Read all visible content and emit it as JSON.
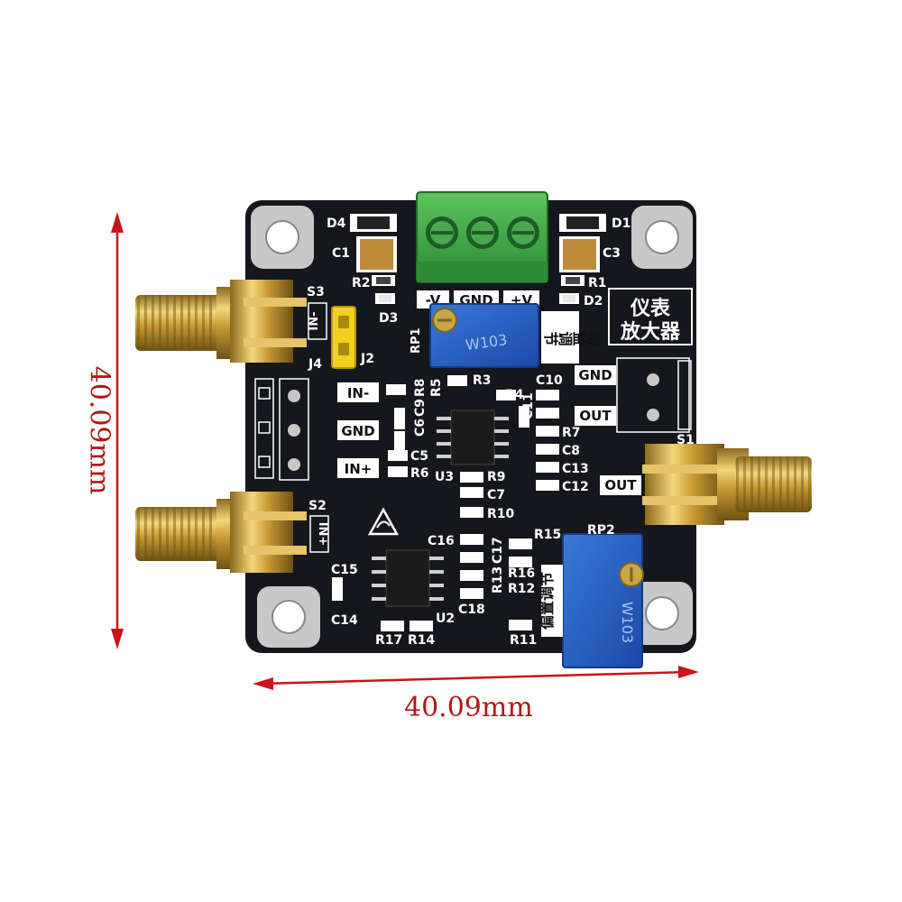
{
  "dimensions": {
    "width_label": "40.09mm",
    "height_label": "40.09mm",
    "arrow_color": "#c8141a"
  },
  "board": {
    "color": "#15171c",
    "title_line1": "仪表",
    "title_line2": "放大器",
    "gain_adjust": "增益调节",
    "offset_adjust": "偏置调节",
    "pot_marking_rp1": "W103",
    "pot_marking_rp2": "W103",
    "terminal_labels": [
      "-V",
      "GND",
      "+V"
    ],
    "input_labels": [
      "IN-",
      "GND",
      "IN+"
    ],
    "output_labels": [
      "GND",
      "OUT",
      "OUT"
    ],
    "sma_labels": [
      "IN-",
      "IN+"
    ],
    "refdes": {
      "d4": "D4",
      "d1": "D1",
      "c1": "C1",
      "c3": "C3",
      "r2": "R2",
      "r1": "R1",
      "d3": "D3",
      "d2": "D2",
      "s3": "S3",
      "s2": "S2",
      "s1": "S1",
      "j2": "J2",
      "j4": "J4",
      "rp1": "RP1",
      "rp2": "RP2",
      "r3": "R3",
      "r4": "R4",
      "r5": "R5",
      "r8": "R8",
      "c9": "C9",
      "c6": "C6",
      "c5": "C5",
      "r6": "R6",
      "u3": "U3",
      "r9": "R9",
      "c7": "C7",
      "r10": "R10",
      "c10": "C10",
      "c11": "C11",
      "r7": "R7",
      "c8": "C8",
      "c13": "C13",
      "c12": "C12",
      "c16": "C16",
      "c17": "C17",
      "r13": "R13",
      "c18": "C18",
      "r15": "R15",
      "r16": "R16",
      "r12": "R12",
      "r11": "R11",
      "c15": "C15",
      "c14": "C14",
      "r17": "R17",
      "r14": "R14",
      "u2": "U2"
    }
  }
}
